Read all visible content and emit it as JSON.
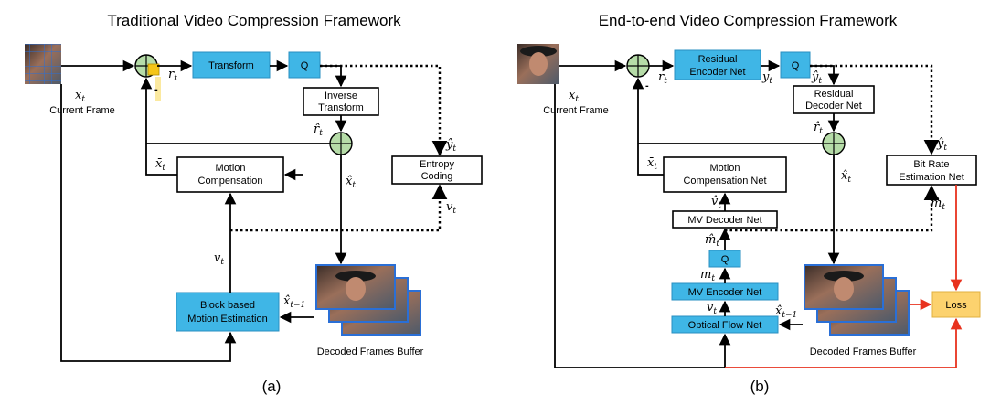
{
  "panel_a": {
    "title": "Traditional Video Compression Framework",
    "caption": "(a)",
    "current_frame": "Current Frame",
    "transform": "Transform",
    "q": "Q",
    "inverse_transform": [
      "Inverse",
      "Transform"
    ],
    "entropy_coding": [
      "Entropy",
      "Coding"
    ],
    "motion_compensation": [
      "Motion",
      "Compensation"
    ],
    "block_motion_estimation": [
      "Block based",
      "Motion Estimation"
    ],
    "decoded_frames_buffer": "Decoded Frames Buffer",
    "minus": "-"
  },
  "panel_b": {
    "title": "End-to-end Video Compression Framework",
    "caption": "(b)",
    "current_frame": "Current Frame",
    "residual_encoder": [
      "Residual",
      "Encoder Net"
    ],
    "q": "Q",
    "residual_decoder": [
      "Residual",
      "Decoder Net"
    ],
    "bit_rate_estimation": [
      "Bit Rate",
      "Estimation Net"
    ],
    "motion_compensation": [
      "Motion",
      "Compensation Net"
    ],
    "mv_decoder": "MV Decoder Net",
    "q2": "Q",
    "mv_encoder": "MV Encoder Net",
    "optical_flow": "Optical Flow Net",
    "decoded_frames_buffer": "Decoded Frames Buffer",
    "loss": "Loss",
    "minus": "-"
  },
  "colors": {
    "module_fill": "#3fb6e6",
    "summation_fill": "#b6dca8",
    "loss_fill": "#fcd26e",
    "loss_path": "#e8321e",
    "macroblock_highlight": "#f5c518"
  },
  "icons": {
    "frame": "portrait-photo-icon",
    "frame_grid": "macroblock-grid-photo-icon",
    "sum": "summation-node-icon"
  }
}
